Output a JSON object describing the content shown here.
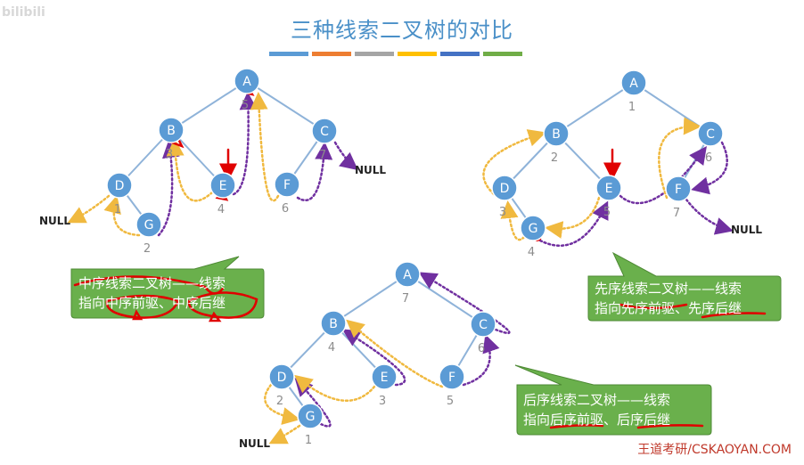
{
  "title": "三种线索二叉树的对比",
  "watermark": "bilibili",
  "color_bars": [
    "#5b9bd5",
    "#ed7d31",
    "#a5a5a5",
    "#ffc000",
    "#4472c4",
    "#70ad47"
  ],
  "colors": {
    "node_fill": "#5b9bd5",
    "node_stroke": "#ffffff",
    "edge": "#8fb3d9",
    "thread_gold": "#f0b93f",
    "thread_purple": "#7030a0",
    "callout_fill": "#6ab04c",
    "annotation_red": "#e00000"
  },
  "null_label": "NULL",
  "trees": {
    "inorder": {
      "nodes": [
        {
          "id": "A",
          "seq": "5"
        },
        {
          "id": "B",
          "seq": "3"
        },
        {
          "id": "C",
          "seq": "7"
        },
        {
          "id": "D",
          "seq": "1"
        },
        {
          "id": "E",
          "seq": "4"
        },
        {
          "id": "F",
          "seq": "6"
        },
        {
          "id": "G",
          "seq": "2"
        }
      ]
    },
    "preorder": {
      "nodes": [
        {
          "id": "A",
          "seq": "1"
        },
        {
          "id": "B",
          "seq": "2"
        },
        {
          "id": "C",
          "seq": "6"
        },
        {
          "id": "D",
          "seq": "3"
        },
        {
          "id": "E",
          "seq": "5"
        },
        {
          "id": "F",
          "seq": "7"
        },
        {
          "id": "G",
          "seq": "4"
        }
      ]
    },
    "postorder": {
      "nodes": [
        {
          "id": "A",
          "seq": "7"
        },
        {
          "id": "B",
          "seq": "4"
        },
        {
          "id": "C",
          "seq": "6"
        },
        {
          "id": "D",
          "seq": "2"
        },
        {
          "id": "E",
          "seq": "3"
        },
        {
          "id": "F",
          "seq": "5"
        },
        {
          "id": "G",
          "seq": "1"
        }
      ]
    }
  },
  "callouts": {
    "inorder": {
      "line1": "中序线索二叉树——线索",
      "line2": "指向中序前驱、中序后继"
    },
    "preorder": {
      "line1": "先序线索二叉树——线索",
      "line2": "指向先序前驱、先序后继"
    },
    "postorder": {
      "line1": "后序线索二叉树——线索",
      "line2": "指向后序前驱、后序后继"
    }
  },
  "footer": "王道考研/CSKAOYAN.COM"
}
